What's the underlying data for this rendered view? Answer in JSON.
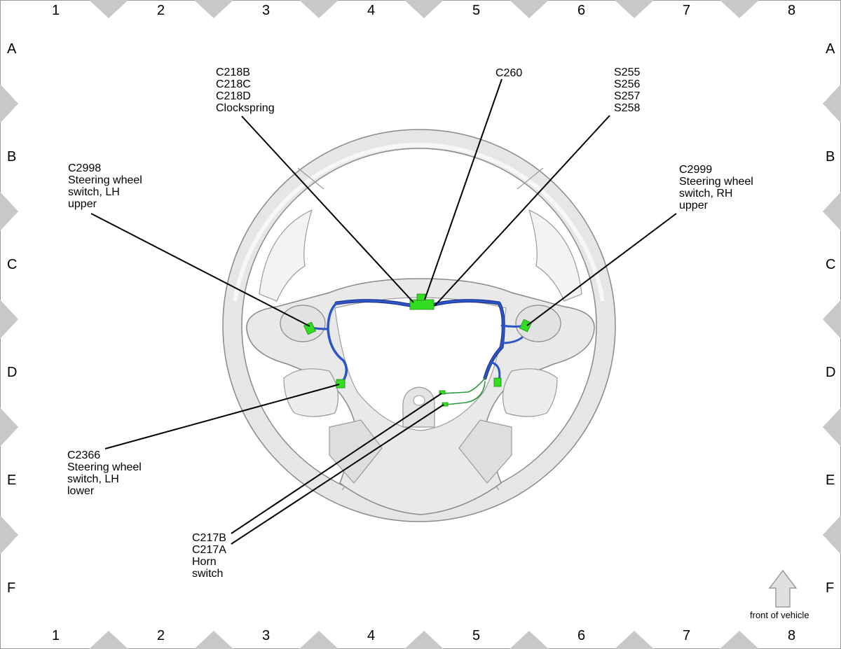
{
  "grid": {
    "columns": [
      "1",
      "2",
      "3",
      "4",
      "5",
      "6",
      "7",
      "8"
    ],
    "rows": [
      "A",
      "B",
      "C",
      "D",
      "E",
      "F"
    ]
  },
  "callouts": {
    "clockspring": [
      "C218B",
      "C218C",
      "C218D",
      "Clockspring"
    ],
    "c260": [
      "C260"
    ],
    "splices": [
      "S255",
      "S256",
      "S257",
      "S258"
    ],
    "lh_upper": [
      "C2998",
      "Steering wheel",
      "switch, LH",
      "upper"
    ],
    "rh_upper": [
      "C2999",
      "Steering wheel",
      "switch, RH",
      "upper"
    ],
    "lh_lower": [
      "C2366",
      "Steering wheel",
      "switch, LH",
      "lower"
    ],
    "horn": [
      "C217B",
      "C217A",
      "Horn",
      "switch"
    ]
  },
  "orientation": {
    "label": "front of vehicle"
  },
  "colors": {
    "harness": "#2b55c8",
    "harness_dark": "#1a2f80",
    "connector": "#33dd22",
    "wheel_fill": "#e6e6e6",
    "wheel_stroke": "#8a8a8a"
  }
}
